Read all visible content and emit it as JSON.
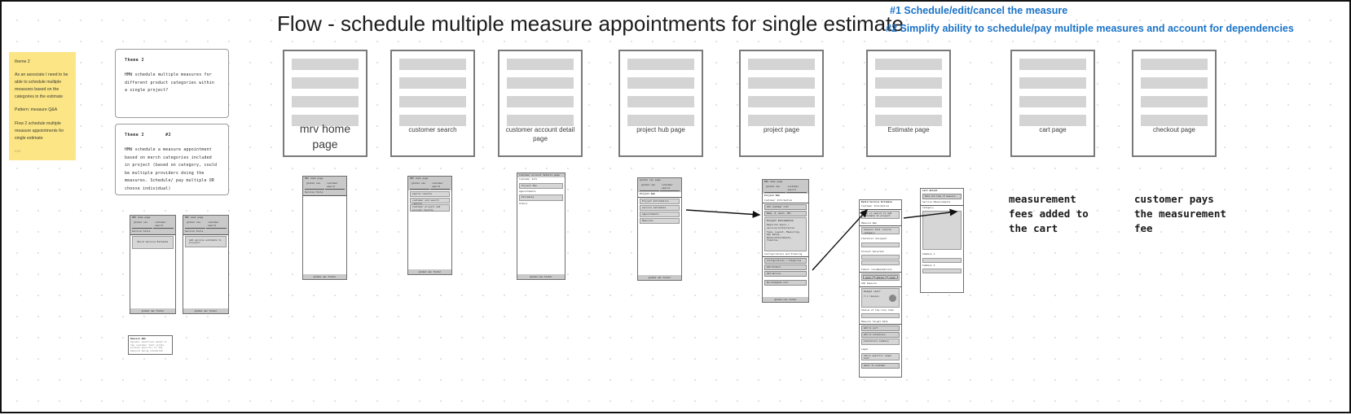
{
  "board": {
    "title": "Flow - schedule multiple measure appointments for single estimate",
    "annotations": [
      "#1 Schedule/edit/cancel the measure",
      "#2 Simplify ability to schedule/pay multiple measures and account for dependencies"
    ],
    "accent_color": "#1a73c8",
    "sticky_color": "#fbe585"
  },
  "sticky": {
    "theme": "theme 2",
    "story": "As an associate I need to be able to schedule multiple measures based on the categories in the estimate",
    "pattern": "Pattern: measure Q&A",
    "flow": "Flow 2 schedule multiple measure appointments for single estimate",
    "author": "Leo"
  },
  "theme_cards": [
    {
      "header": "Theme 2",
      "sub": "",
      "body": "HMW schedule multiple measures for different product categories within a single project?"
    },
    {
      "header": "Theme 2",
      "sub": "#2",
      "body": "HMW schedule a measure appointment based on merch categories included in project (based on category, could be multiple providers doing the measures. Schedule/ pay multiple OR choose individual)"
    }
  ],
  "pages": [
    {
      "label": "mrv home page",
      "big": true,
      "bars": 4
    },
    {
      "label": "customer search",
      "big": false,
      "bars": 4
    },
    {
      "label": "customer account detail page",
      "big": false,
      "bars": 4
    },
    {
      "label": "project hub page",
      "big": false,
      "bars": 4
    },
    {
      "label": "project page",
      "big": false,
      "bars": 4
    },
    {
      "label": "Estimate page",
      "big": false,
      "bars": 4
    },
    {
      "label": "cart page",
      "big": false,
      "bars": 4
    },
    {
      "label": "checkout page",
      "big": false,
      "bars": 4
    }
  ],
  "wireframes": {
    "home_a": {
      "title": "MRV home page",
      "nav": [
        "global nav",
        "customer search"
      ],
      "subnav": "Service Tools",
      "panel": "Build Service Estimate",
      "footer": "global nav footer"
    },
    "home_b": {
      "title": "MRV home page",
      "nav": [
        "global nav",
        "customer search"
      ],
      "subnav": "Service Tools",
      "panel": "Add service estimate to project?",
      "footer": "global nav footer"
    },
    "measure_qa_card": {
      "title": "Measure Q&A",
      "body": "Dynamic questions asked to the customer that relate product specific to the measure being scheduled"
    },
    "mrv_home": {
      "title": "MRV home page",
      "nav": [
        "global nav",
        "customer search"
      ],
      "subnav": "Service Tools",
      "footer": "global nav footer"
    },
    "customer_search": {
      "title": "MRV home page",
      "nav": [
        "global nav",
        "customer search"
      ],
      "items": [
        "search results",
        "customer and search results",
        "Customer project and account results"
      ],
      "footer": "global nav footer"
    },
    "customer_account": {
      "title": "Customer account details page",
      "items": [
        "Customer Info",
        "Project Hub",
        "Appointments",
        "Estimates",
        "Orders"
      ],
      "footer": "global nav footer"
    },
    "project_hub": {
      "title": "global nav page",
      "nav": [
        "global nav",
        "customer search"
      ],
      "heading": "Project Hub",
      "items": [
        "Project Information",
        "service estimates",
        "Appointments",
        "Measures"
      ],
      "footer": "global nav footer"
    },
    "project_page": {
      "title": "MRV home page",
      "nav": [
        "global nav",
        "customer search"
      ],
      "heading": "Project Hub",
      "section1": "Customer Information",
      "section1_items": [
        "Add customer info",
        "Name, #, email, POC"
      ],
      "section2": "Project Information",
      "section2_items": [
        "Required specs / service/installation",
        "Type, Layout, Measuring, Key Dates, Notes/Attachments, Timeline"
      ],
      "section3": "Configurations and Planning",
      "section3_items": [
        "Configurations / Categories",
        "Add Product",
        "Add Service",
        "Build/Update Cart"
      ],
      "footer": "global nav footer"
    },
    "estimate_page": {
      "title": "Build Service Estimate",
      "sections": [
        "Customer Information",
        "New or search to add estimate to project",
        "Measure Q&A",
        "Answers that inform/ category",
        "Installer Assigned",
        "Product Selected",
        "Indoor recommendations",
        "Add measure",
        "Budget shelf",
        "Y-1 reasons",
        "Status of the line item",
        "Measure Target Date",
        "Add to cart",
        "Add to installers",
        "Installers summary",
        "Legal",
        "Store specific legal text",
        "email to customer"
      ],
      "buttons": [
        "good",
        "better",
        "best"
      ]
    },
    "estimate_detail": {
      "title": "Cart Detail",
      "sections": [
        "Service Measurements",
        "Category",
        "Summary 1",
        "Summary 2"
      ],
      "note": "Date and time of measure"
    }
  },
  "callouts": [
    "measurement\nfees added to\nthe cart",
    "customer pays\nthe measurement\nfee"
  ]
}
